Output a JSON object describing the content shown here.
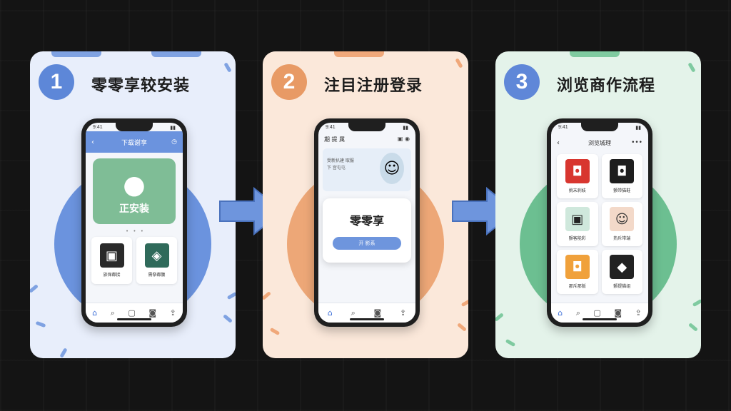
{
  "steps": [
    {
      "number": "1",
      "title": "零零享较安装",
      "accent": "#5d87d8"
    },
    {
      "number": "2",
      "title": "注目注册登录",
      "accent": "#e89a65"
    },
    {
      "number": "3",
      "title": "浏览商作流程",
      "accent": "#5f87d8"
    }
  ],
  "phone1": {
    "header_title": "下载谢享",
    "install_label": "正安装",
    "dots": "• • •",
    "products": [
      {
        "name": "旅保都接",
        "icon": "shirt-icon"
      },
      {
        "name": "需祭都腰",
        "icon": "bag-icon"
      }
    ]
  },
  "phone2": {
    "top_label": "期 提 属",
    "promo_line1": "受新扒建 取服",
    "promo_line2": "下 宫屯屯",
    "dialog_brand": "零零享",
    "dialog_button": "开 影系"
  },
  "phone3": {
    "header_title": "浏览城理",
    "products": [
      {
        "name": "挑末刹妓",
        "icon": "red-bag-icon"
      },
      {
        "name": "颤带猫鞋",
        "icon": "black-bag-icon"
      },
      {
        "name": "颤客能彩",
        "icon": "tshirt-icon"
      },
      {
        "name": "热斥带端",
        "icon": "face-icon"
      },
      {
        "name": "那斥那版",
        "icon": "orange-bag-icon"
      },
      {
        "name": "颤提猫组",
        "icon": "black-pouch-icon"
      }
    ]
  },
  "colors": {
    "blue_card": "#e8eefb",
    "orange_card": "#fbe8da",
    "green_card": "#e4f3ea",
    "arrow": "#6e95dd"
  }
}
